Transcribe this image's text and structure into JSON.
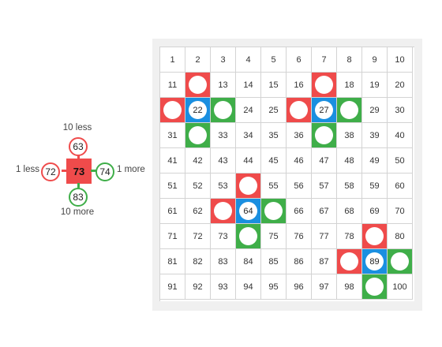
{
  "explainer": {
    "center": "73",
    "up": {
      "value": "63",
      "label": "10 less"
    },
    "down": {
      "value": "83",
      "label": "10 more"
    },
    "left": {
      "value": "72",
      "label": "1 less"
    },
    "right": {
      "value": "74",
      "label": "1 more"
    }
  },
  "grid": {
    "highlights": {
      "12": "red",
      "17": "red",
      "21": "red",
      "22": "blue",
      "23": "green",
      "26": "red",
      "27": "blue",
      "28": "green",
      "32": "green",
      "37": "green",
      "54": "red",
      "63": "red",
      "64": "blue",
      "65": "green",
      "74": "green",
      "79": "red",
      "88": "red",
      "89": "blue",
      "90": "green",
      "99": "green"
    },
    "colors": {
      "red": "#ef4b4b",
      "green": "#3fae49",
      "blue": "#1a8fe0"
    }
  }
}
